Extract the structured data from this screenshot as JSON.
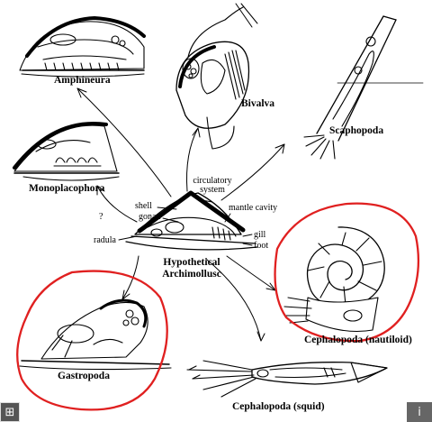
{
  "taxa": {
    "amphineura": "Amphineura",
    "bivalva": "Bivalva",
    "scaphopoda": "Scaphopoda",
    "monoplacophora": "Monoplacophora",
    "hypothetical_line1": "Hypothetical",
    "hypothetical_line2": "Archimollusc",
    "gastropoda": "Gastropoda",
    "cephalopoda_nautiloid": "Cephalopoda (nautiloid)",
    "cephalopoda_squid": "Cephalopoda (squid)"
  },
  "parts": {
    "circulatory_line1": "circulatory",
    "circulatory_line2": "system",
    "shell": "shell",
    "gonad": "gonad",
    "question": "?",
    "mantle_cavity": "mantle cavity",
    "radula": "radula",
    "gill": "gill",
    "foot": "foot"
  },
  "controls": {
    "expand_icon": "⊞",
    "info_icon": "i"
  },
  "colors": {
    "highlight": "#e02020",
    "ink": "#000000"
  }
}
